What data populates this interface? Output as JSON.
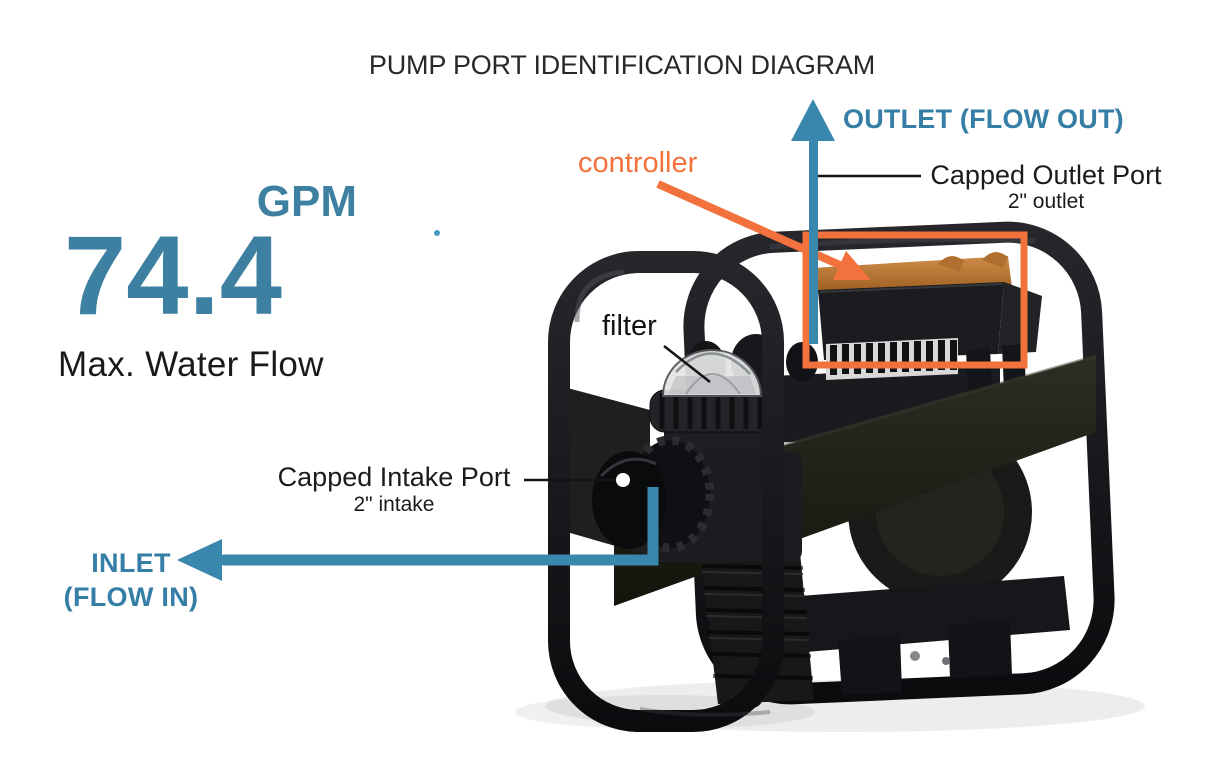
{
  "title": "PUMP PORT IDENTIFICATION DIAGRAM",
  "flow_stat": {
    "unit": "GPM",
    "value": "74.4",
    "caption": "Max. Water Flow"
  },
  "annotations": {
    "outlet": {
      "heading": "OUTLET (FLOW OUT)",
      "port_name": "Capped Outlet Port",
      "port_size": "2\" outlet"
    },
    "inlet": {
      "heading_line1": "INLET",
      "heading_line2": "(FLOW IN)",
      "port_name": "Capped Intake Port",
      "port_size": "2\" intake"
    },
    "controller": {
      "label": "controller"
    },
    "filter": {
      "label": "filter"
    }
  },
  "colors": {
    "heading_blue": "#357EA6",
    "stat_blue": "#3E80A1",
    "arrow_blue": "#3A87AE",
    "accent_orange": "#F2713D",
    "ink": "#1E1E21",
    "background": "#FFFFFF"
  }
}
